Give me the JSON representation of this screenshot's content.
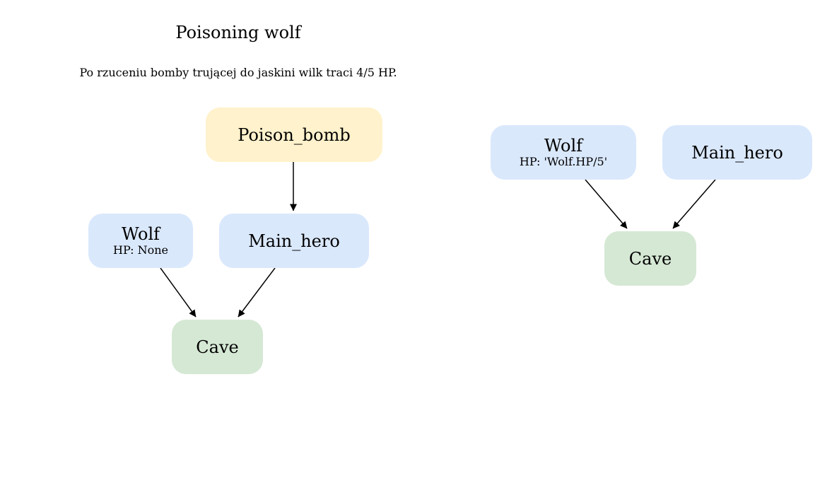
{
  "title": "Poisoning wolf",
  "subtitle": "Po rzuceniu bomby trującej do jaskini wilk traci 4/5 HP.",
  "colors": {
    "item": "#fff2cc",
    "character": "#dae8fc",
    "location": "#d5e8d4",
    "edge": "#000000"
  },
  "before": {
    "nodes": {
      "poison_bomb": {
        "label": "Poison_bomb"
      },
      "wolf": {
        "label": "Wolf",
        "attr": "HP: None"
      },
      "main_hero": {
        "label": "Main_hero"
      },
      "cave": {
        "label": "Cave"
      }
    },
    "edges": [
      {
        "from": "poison_bomb",
        "to": "main_hero"
      },
      {
        "from": "wolf",
        "to": "cave"
      },
      {
        "from": "main_hero",
        "to": "cave"
      }
    ]
  },
  "after": {
    "nodes": {
      "wolf": {
        "label": "Wolf",
        "attr": "HP: 'Wolf.HP/5'"
      },
      "main_hero": {
        "label": "Main_hero"
      },
      "cave": {
        "label": "Cave"
      }
    },
    "edges": [
      {
        "from": "wolf",
        "to": "cave"
      },
      {
        "from": "main_hero",
        "to": "cave"
      }
    ]
  }
}
